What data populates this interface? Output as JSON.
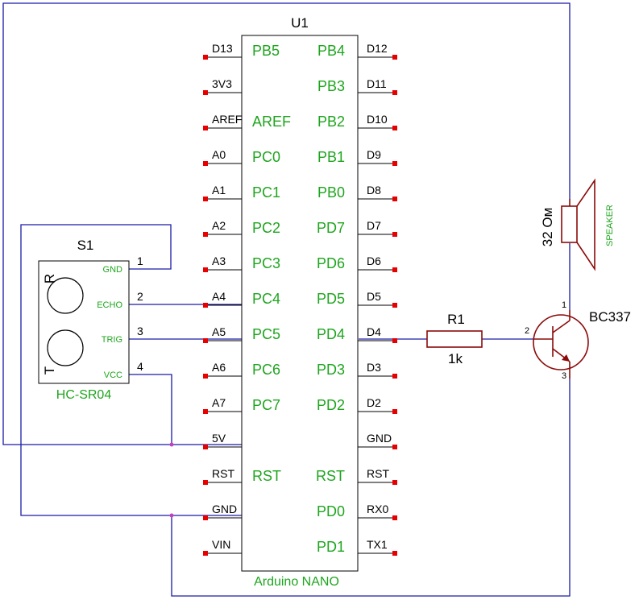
{
  "mcu": {
    "ref": "U1",
    "name": "Arduino NANO",
    "left_pins": [
      {
        "ext": "D13",
        "int": "PB5"
      },
      {
        "ext": "3V3",
        "int": ""
      },
      {
        "ext": "AREF",
        "int": "AREF"
      },
      {
        "ext": "A0",
        "int": "PC0"
      },
      {
        "ext": "A1",
        "int": "PC1"
      },
      {
        "ext": "A2",
        "int": "PC2"
      },
      {
        "ext": "A3",
        "int": "PC3"
      },
      {
        "ext": "A4",
        "int": "PC4"
      },
      {
        "ext": "A5",
        "int": "PC5"
      },
      {
        "ext": "A6",
        "int": "PC6"
      },
      {
        "ext": "A7",
        "int": "PC7"
      },
      {
        "ext": "5V",
        "int": ""
      },
      {
        "ext": "RST",
        "int": "RST"
      },
      {
        "ext": "GND",
        "int": ""
      },
      {
        "ext": "VIN",
        "int": ""
      }
    ],
    "right_pins": [
      {
        "ext": "D12",
        "int": "PB4"
      },
      {
        "ext": "D11",
        "int": "PB3"
      },
      {
        "ext": "D10",
        "int": "PB2"
      },
      {
        "ext": "D9",
        "int": "PB1"
      },
      {
        "ext": "D8",
        "int": "PB0"
      },
      {
        "ext": "D7",
        "int": "PD7"
      },
      {
        "ext": "D6",
        "int": "PD6"
      },
      {
        "ext": "D5",
        "int": "PD5"
      },
      {
        "ext": "D4",
        "int": "PD4"
      },
      {
        "ext": "D3",
        "int": "PD3"
      },
      {
        "ext": "D2",
        "int": "PD2"
      },
      {
        "ext": "GND",
        "int": ""
      },
      {
        "ext": "RST",
        "int": "RST"
      },
      {
        "ext": "RX0",
        "int": "PD0"
      },
      {
        "ext": "TX1",
        "int": "PD1"
      }
    ]
  },
  "sensor": {
    "ref": "S1",
    "name": "HC-SR04",
    "r_label": "R",
    "t_label": "T",
    "pins": [
      {
        "num": "1",
        "name": "GND"
      },
      {
        "num": "2",
        "name": "ECHO"
      },
      {
        "num": "3",
        "name": "TRIG"
      },
      {
        "num": "4",
        "name": "VCC"
      }
    ]
  },
  "resistor": {
    "ref": "R1",
    "value": "1k"
  },
  "transistor": {
    "ref": "BC337",
    "pins": [
      "1",
      "2",
      "3"
    ]
  },
  "speaker": {
    "value": "32 Ом",
    "label": "SPEAKER"
  },
  "colors": {
    "wire": "#1a1aa6",
    "pad": "#e80000",
    "part": "#8b0a0a",
    "green_text": "#1ea51e",
    "junction": "#c040c0"
  }
}
